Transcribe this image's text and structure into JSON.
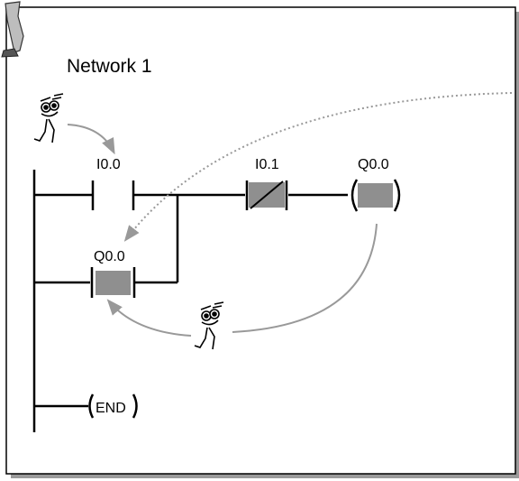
{
  "network_title": "Network 1",
  "ladder": {
    "rung1": {
      "contact_no": "I0.0",
      "contact_nc": "I0.1",
      "coil": "Q0.0"
    },
    "rung2": {
      "holding_contact": "Q0.0"
    },
    "end_coil": "END"
  },
  "icons": [
    "walking-figure-icon",
    "walking-figure-icon",
    "pipe-figure-icon"
  ],
  "colors": {
    "line": "#000000",
    "active_fill": "#8f8f8f",
    "flow_arrow": "#999999",
    "frame_shadow": "#999999"
  }
}
